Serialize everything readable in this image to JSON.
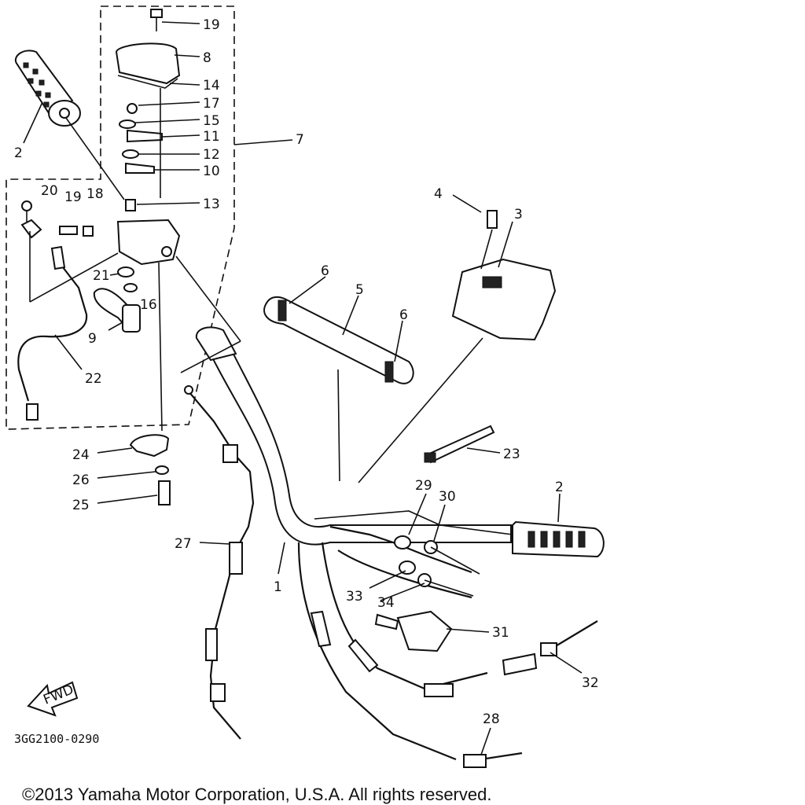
{
  "diagram": {
    "callouts": [
      "1",
      "2",
      "3",
      "4",
      "5",
      "6",
      "7",
      "8",
      "9",
      "10",
      "11",
      "12",
      "13",
      "14",
      "15",
      "16",
      "17",
      "18",
      "19",
      "20",
      "21",
      "22",
      "23",
      "24",
      "25",
      "26",
      "27",
      "28",
      "29",
      "30",
      "31",
      "32",
      "33",
      "34"
    ],
    "labels": {
      "l19a": "19",
      "l8": "8",
      "l14": "14",
      "l17": "17",
      "l15": "15",
      "l11": "11",
      "l12": "12",
      "l10": "10",
      "l7": "7",
      "l13": "13",
      "l2a": "2",
      "l20": "20",
      "l19b": "19",
      "l18": "18",
      "l21": "21",
      "l16": "16",
      "l9": "9",
      "l22": "22",
      "l4": "4",
      "l3": "3",
      "l6a": "6",
      "l5": "5",
      "l6b": "6",
      "l23": "23",
      "l24": "24",
      "l26": "26",
      "l25": "25",
      "l29": "29",
      "l30": "30",
      "l2b": "2",
      "l27": "27",
      "l1": "1",
      "l33": "33",
      "l34": "34",
      "l31": "31",
      "l32": "32",
      "l28": "28"
    },
    "fwd_arrow": "FWD",
    "drawing_code": "3GG2100-0290",
    "copyright": "©2013 Yamaha Motor Corporation, U.S.A. All rights reserved."
  }
}
